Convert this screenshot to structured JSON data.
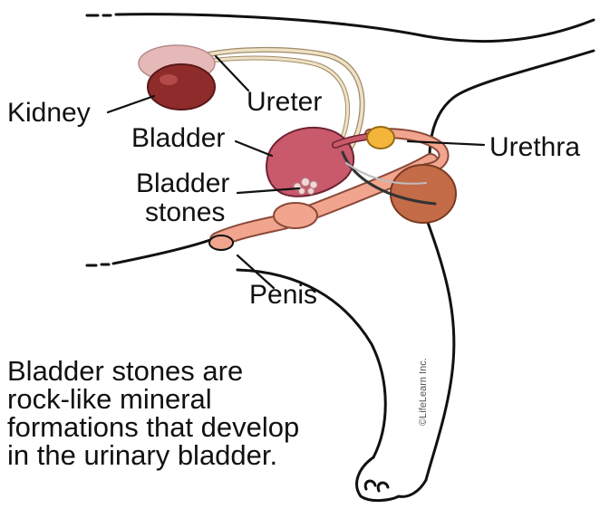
{
  "labels": {
    "kidney": "Kidney",
    "ureter": "Ureter",
    "bladder": "Bladder",
    "bladder_stones": [
      "Bladder",
      "stones"
    ],
    "urethra": "Urethra",
    "penis": "Penis"
  },
  "caption": [
    "Bladder stones are",
    "rock-like mineral",
    "formations that develop",
    "in the urinary bladder."
  ],
  "copyright": "©LifeLearn Inc.",
  "colors": {
    "kidney": "#8e2c2c",
    "kidney_outline": "#d4a9a9",
    "bladder": "#c85a6b",
    "stones": "#f3d6d6",
    "prostate": "#c46b47",
    "gland_yellow": "#f3b63a",
    "penis": "#f2a58e",
    "ureter": "#efe2c4",
    "outline": "#111111"
  }
}
